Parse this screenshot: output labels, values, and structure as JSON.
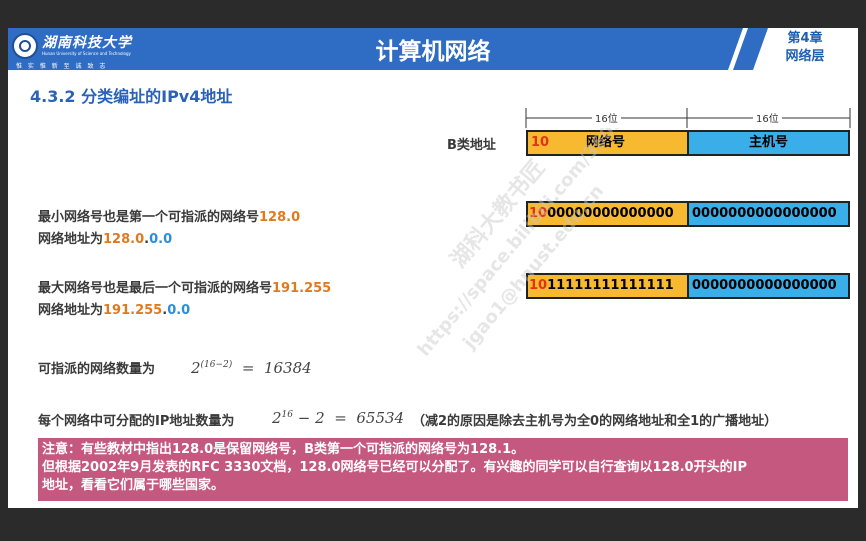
{
  "header": {
    "logo_name": "湖南科技大学",
    "logo_en": "Hunan University of Science and Technology",
    "logo_motto": "惟 实 惟 新    至 诚 致 志",
    "title": "计算机网络",
    "chapter": "第4章",
    "chapter_sub": "网络层",
    "colors": {
      "bar": "#2f6cc4",
      "accent": "#e07a1f"
    }
  },
  "section_title": "4.3.2 分类编址的IPv4地址",
  "class_b": {
    "label": "B类地址",
    "dim_left": "16位",
    "dim_right": "16位",
    "prefix": "10",
    "net_label": "网络号",
    "host_label": "主机号"
  },
  "min_net": {
    "line1_text": "最小网络号也是第一个可指派的网络号",
    "line1_value": "128.0",
    "line2_text": "网络地址为",
    "addr_net": "128.0",
    "addr_dot": ".",
    "addr_host": "0.0",
    "bits_prefix": "10",
    "bits_net": "00000000000000",
    "bits_host": "0000000000000000"
  },
  "max_net": {
    "line1_text": "最大网络号也是最后一个可指派的网络号",
    "line1_value": "191.255",
    "line2_text": "网络地址为",
    "addr_net": "191.255",
    "addr_dot": ".",
    "addr_host": "0.0",
    "bits_prefix": "10",
    "bits_net": "11111111111111",
    "bits_host": "0000000000000000"
  },
  "assignable": {
    "label": "可指派的网络数量为",
    "base": "2",
    "exp": "(16−2)",
    "eq": "=",
    "result": "16384"
  },
  "per_net": {
    "label": "每个网络中可分配的IP地址数量为",
    "base": "2",
    "exp": "16",
    "minus": "−",
    "two": "2",
    "eq": "=",
    "result": "65534",
    "explain": "（减2的原因是除去主机号为全0的网络地址和全1的广播地址）"
  },
  "note": {
    "line1": "注意：有些教材中指出128.0是保留网络号，B类第一个可指派的网络号为128.1。",
    "line2": "但根据2002年9月发表的RFC 3330文档，128.0网络号已经可以分配了。有兴趣的同学可以自行查询以128.0开头的IP",
    "line3": "地址，看看它们属于哪些国家。"
  },
  "watermark": {
    "l1": "湖科大教书匠",
    "l2": "https://space.bilibili.com/360996402",
    "l3": "jgao1@hnust.edu.cn"
  }
}
